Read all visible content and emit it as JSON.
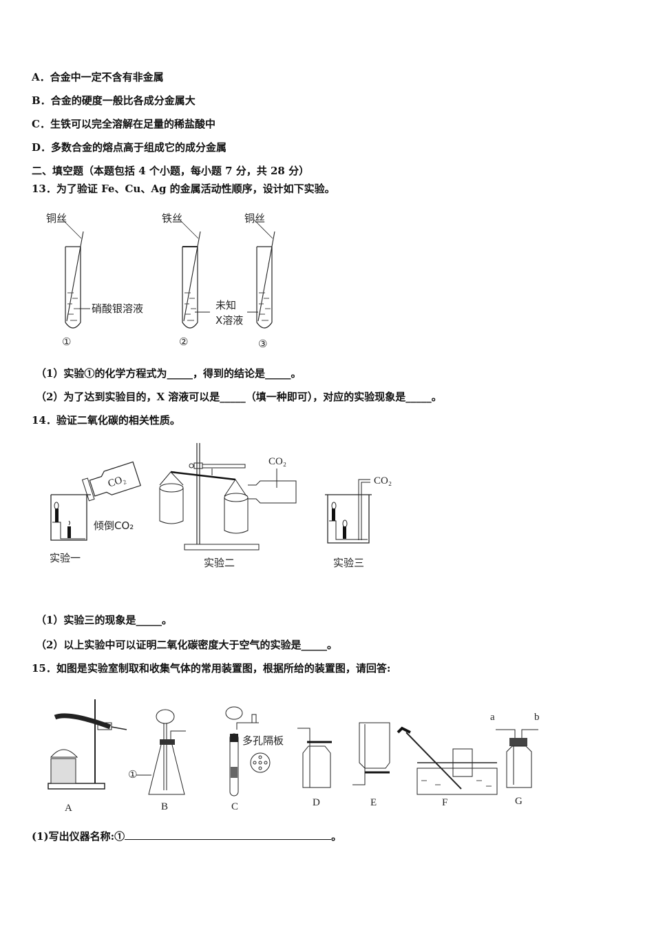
{
  "options": [
    {
      "key": "A．",
      "text": "合金中一定不含有非金属"
    },
    {
      "key": "B．",
      "text": "合金的硬度一般比各成分金属大"
    },
    {
      "key": "C．",
      "text": "生铁可以完全溶解在足量的稀盐酸中"
    },
    {
      "key": "D．",
      "text": "多数合金的熔点高于组成它的成分金属"
    }
  ],
  "section": {
    "title": "二、填空题（本题包括 4 个小题，每小题 7 分，共 28 分）"
  },
  "q13": {
    "stem": "13．为了验证 Fe、Cu、Ag 的金属活动性顺序，设计如下实验。",
    "figure": {
      "tubes": [
        {
          "wire_label": "铜丝",
          "number": "①",
          "solution_label": "硝酸银溶液"
        },
        {
          "wire_label": "铁丝",
          "number": "②"
        },
        {
          "wire_label": "铜丝",
          "number": "③"
        }
      ],
      "shared_solution_label_line1": "未知",
      "shared_solution_label_line2": "X溶液"
    },
    "parts": [
      "（1）实验①的化学方程式为_____，得到的结论是_____。",
      "（2）为了达到实验目的，X 溶液可以是_____（填一种即可），对应的实验现象是_____。"
    ]
  },
  "q14": {
    "stem": "14．验证二氧化碳的相关性质。",
    "figure": {
      "exp1": {
        "caption": "实验一",
        "bottle_label": "CO₂",
        "pour_label": "倾倒CO₂"
      },
      "exp2": {
        "caption": "实验二",
        "bottle_label": "CO₂"
      },
      "exp3": {
        "caption": "实验三",
        "tube_label": "CO₂"
      }
    },
    "parts": [
      "（1）实验三的现象是_____。",
      "（2）以上实验中可以证明二氧化碳密度大于空气的实验是_____。"
    ]
  },
  "q15": {
    "stem": "15．如图是实验室制取和收集气体的常用装置图，根据所给的装置图，请回答:",
    "figure": {
      "labels": [
        "A",
        "B",
        "C",
        "D",
        "E",
        "F",
        "G"
      ],
      "marker_1": "①",
      "plate_label": "多孔隔板",
      "port_a": "a",
      "port_b": "b"
    },
    "part1_prefix": "(1)写出仪器名称:①",
    "part1_suffix": "。"
  }
}
